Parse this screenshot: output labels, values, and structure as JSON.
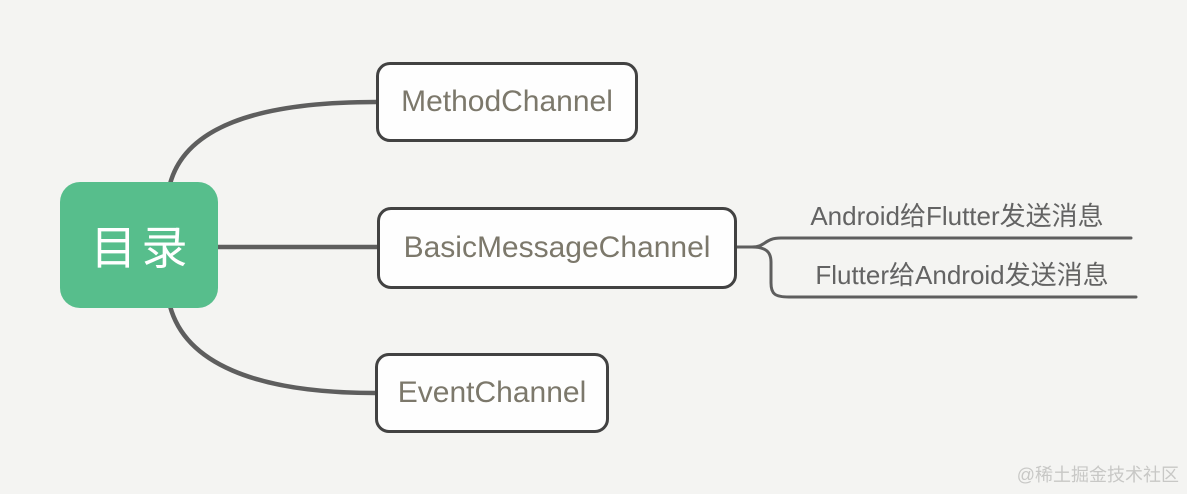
{
  "mindmap": {
    "root": {
      "label": "目录"
    },
    "nodes": [
      {
        "id": "methodchannel",
        "label": "MethodChannel"
      },
      {
        "id": "basicmessagechannel",
        "label": "BasicMessageChannel",
        "children": [
          {
            "label": "Android给Flutter发送消息"
          },
          {
            "label": "Flutter给Android发送消息"
          }
        ]
      },
      {
        "id": "eventchannel",
        "label": "EventChannel"
      }
    ]
  },
  "watermark": {
    "text": "@稀土掘金技术社区"
  },
  "colors": {
    "background": "#f4f4f2",
    "root_bg": "#57be8c",
    "root_text": "#ffffff",
    "node_bg": "#fefefe",
    "node_border": "#424242",
    "node_text": "#7c786b",
    "subtopic_text": "#636363",
    "connector": "#5e5e5e",
    "watermark": "#c8c8c6"
  }
}
